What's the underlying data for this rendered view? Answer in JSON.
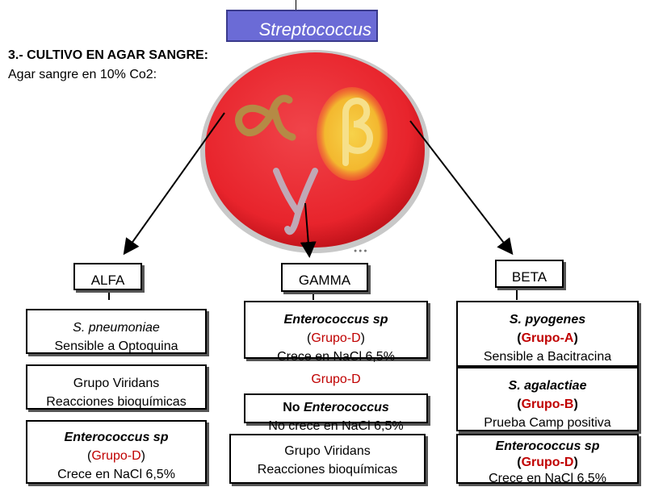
{
  "title": "Streptococcus",
  "section": {
    "heading": "3.- CULTIVO EN AGAR SANGRE:",
    "subheading": "Agar sangre en 10% Co2:"
  },
  "plate": {
    "letters": {
      "alpha": "α",
      "beta": "β",
      "gamma": "γ"
    },
    "colors": {
      "agar": "#e8242c",
      "alpha_colony": "#b58a45",
      "beta_halo": "#f3c23a",
      "gamma_colony": "#c0a8b6"
    }
  },
  "branches": {
    "alfa": {
      "label": "ALFA",
      "cards": [
        {
          "name": "S. pneumoniae",
          "detail": "Sensible a Optoquina"
        },
        {
          "name": "Grupo Viridans",
          "detail": "Reacciones bioquímicas"
        },
        {
          "name": "Enterococcus sp",
          "group_open": "(",
          "group": "Grupo-D",
          "group_close": ")",
          "detail": "Crece en NaCl 6,5%"
        }
      ]
    },
    "gamma": {
      "label": "GAMMA",
      "cards": [
        {
          "name": "Enterococcus sp",
          "group_open": "(",
          "group": "Grupo-D",
          "group_close": ")",
          "detail": "Crece en NaCl 6,5%"
        },
        {
          "group": "Grupo-D"
        },
        {
          "prefix": "No",
          "name": "Enterococcus",
          "detail": "No crece en NaCl 6,5%"
        },
        {
          "name": "Grupo Viridans",
          "detail": "Reacciones bioquímicas"
        }
      ]
    },
    "beta": {
      "label": "BETA",
      "cards": [
        {
          "name": "S. pyogenes",
          "group_open": "(",
          "group": "Grupo-A",
          "group_close": ")",
          "detail": "Sensible a Bacitracina"
        },
        {
          "name": "S. agalactiae",
          "group_open": "(",
          "group": "Grupo-B",
          "group_close": ")",
          "detail": "Prueba Camp positiva"
        },
        {
          "name": "Enterococcus sp",
          "group_open": "(",
          "group": "Grupo-D",
          "group_close": ")",
          "detail": "Crece en NaCl 6,5%"
        }
      ]
    }
  }
}
